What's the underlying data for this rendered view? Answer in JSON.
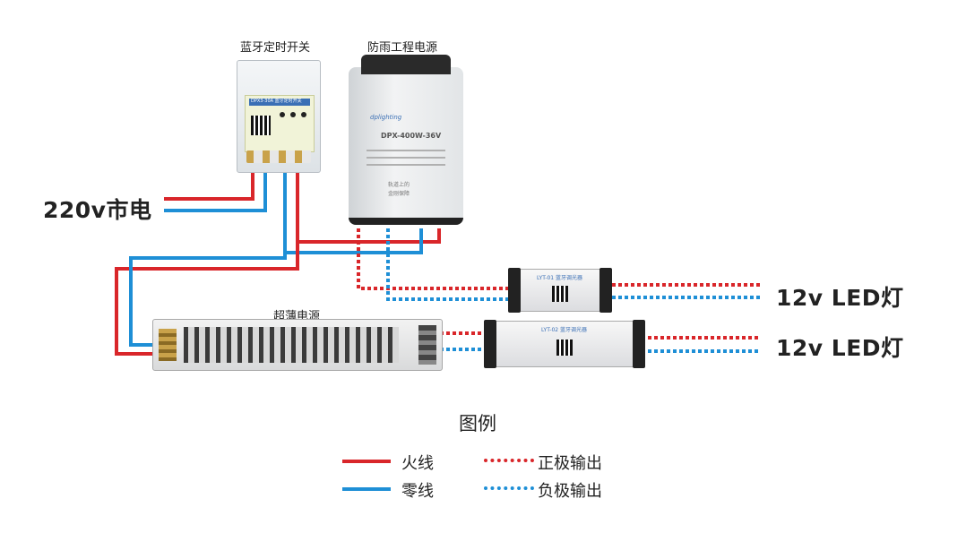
{
  "devices": {
    "timer_switch": {
      "label": "蓝牙定时开关",
      "model": "DPX3-30A 蓝牙定时开关"
    },
    "rainproof_supply": {
      "label": "防雨工程电源",
      "model": "DPX-400W-36V",
      "brand": "dplighting",
      "slogan_1": "轨道上的",
      "slogan_2": "金刚保障"
    },
    "slim_supply": {
      "label": "超薄电源"
    },
    "dimmer_1": {
      "model": "LYT-01 蓝牙调光器"
    },
    "dimmer_2": {
      "model": "LYT-02 蓝牙调光器"
    }
  },
  "mains_label": "220v市电",
  "outputs": [
    {
      "label": "12v LED灯"
    },
    {
      "label": "12v LED灯"
    }
  ],
  "legend": {
    "title": "图例",
    "items": [
      {
        "label": "火线",
        "style": "solid",
        "color": "#d9262a"
      },
      {
        "label": "零线",
        "style": "solid",
        "color": "#1e8fd6"
      },
      {
        "label": "正极输出",
        "style": "dotted",
        "color": "#d9262a"
      },
      {
        "label": "负极输出",
        "style": "dotted",
        "color": "#1e8fd6"
      }
    ]
  },
  "colors": {
    "live": "#d9262a",
    "neutral": "#1e8fd6"
  }
}
